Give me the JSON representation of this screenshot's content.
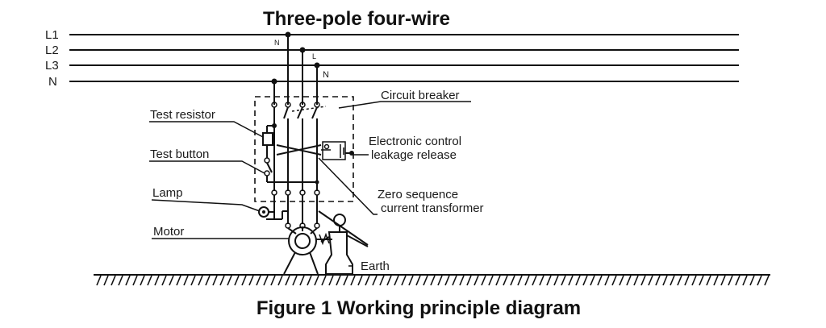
{
  "title": "Three-pole four-wire",
  "caption": "Figure 1 Working principle diagram",
  "lines": [
    "L1",
    "L2",
    "L3",
    "N"
  ],
  "tap_labels": [
    "N",
    "L",
    "N"
  ],
  "labels": {
    "test_resistor": "Test resistor",
    "test_button": "Test button",
    "lamp": "Lamp",
    "motor": "Motor",
    "circuit_breaker": "Circuit breaker",
    "ecl_line1": "Electronic control",
    "ecl_line2": "leakage release",
    "zsct_line1": "Zero sequence",
    "zsct_line2": "current transformer",
    "earth": "Earth"
  }
}
